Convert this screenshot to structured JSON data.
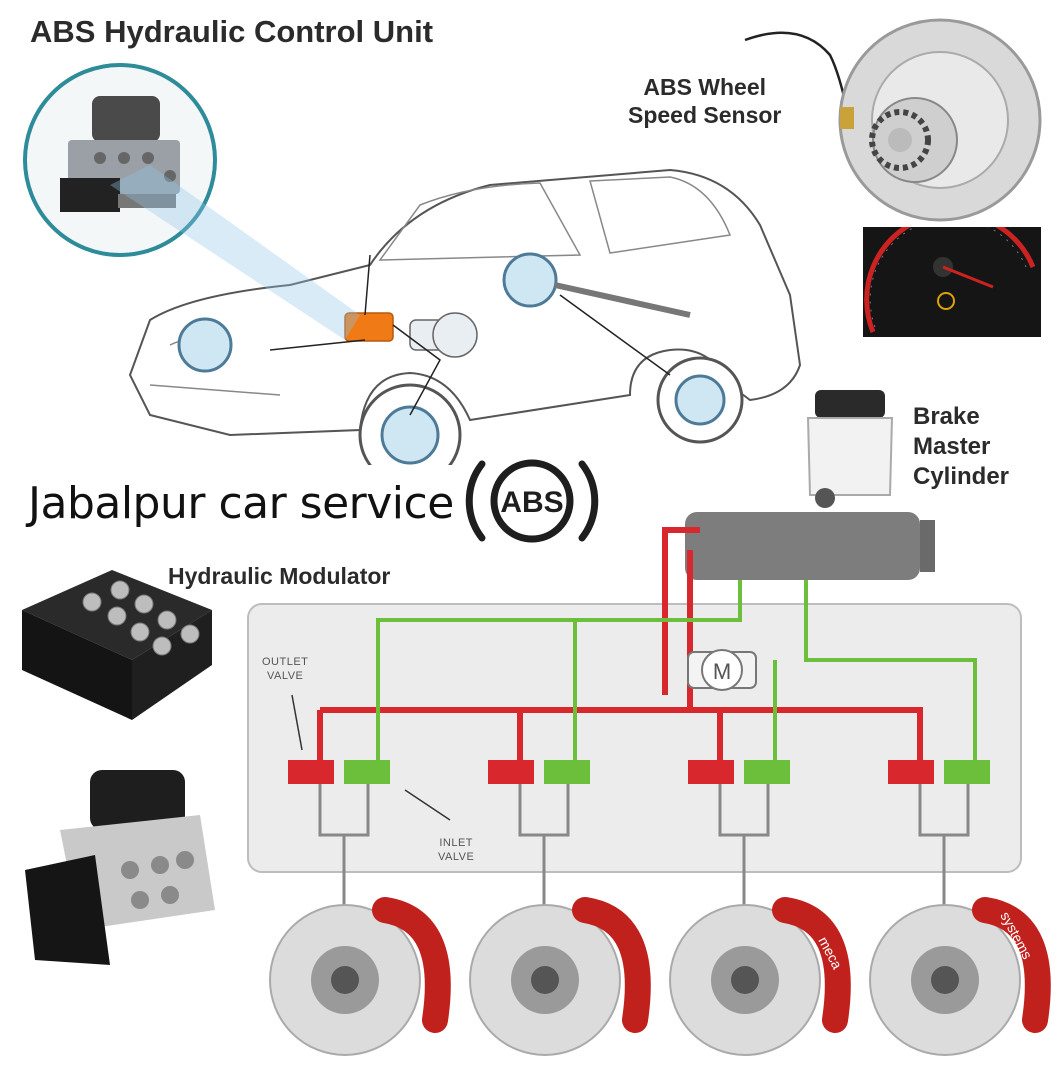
{
  "title": "ABS Hydraulic Control Unit",
  "labels": {
    "wheel_sensor_line1": "ABS Wheel",
    "wheel_sensor_line2": "Speed Sensor",
    "brake_master_line1": "Brake",
    "brake_master_line2": "Master",
    "brake_master_line3": "Cylinder",
    "hydraulic_modulator": "Hydraulic Modulator",
    "brand": "Jabalpur car service",
    "abs_symbol": "ABS",
    "outlet_line1": "OUTLET",
    "outlet_line2": "VALVE",
    "inlet_line1": "INLET",
    "inlet_line2": "VALVE",
    "motor": "M",
    "caliper_text_1": "meca",
    "caliper_text_2": "systems"
  },
  "colors": {
    "pressure_line": "#d9272e",
    "return_line": "#6cbf3a",
    "panel_bg": "#ededed",
    "caliper": "#c0211c",
    "hcu_highlight": "#f07a16"
  }
}
